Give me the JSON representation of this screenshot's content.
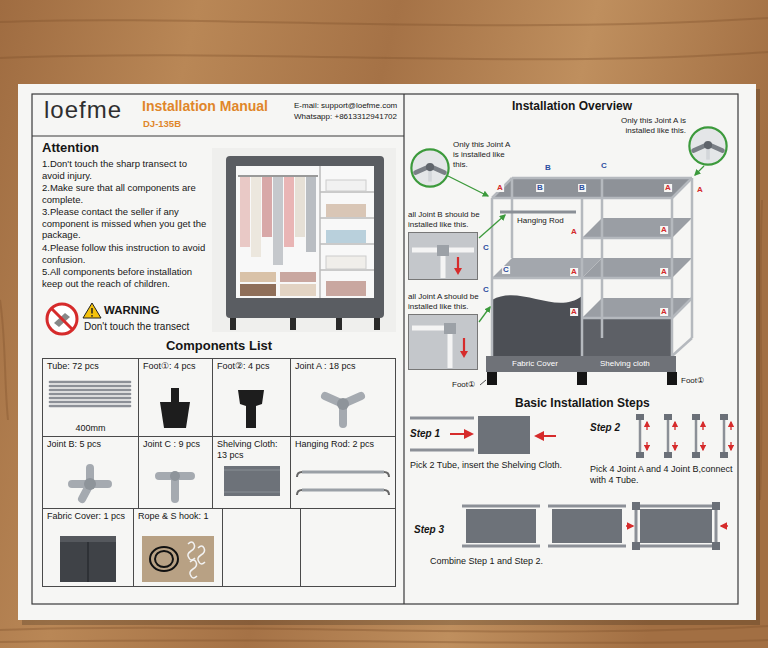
{
  "diagram": {
    "title": "Installation Manual",
    "nodes": [
      {
        "text": [
          "Components List"
        ]
      },
      {
        "text": [
          "Tube: 72 pcs",
          "400mm"
        ],
        "in": 0
      },
      {
        "text": [
          "Foot①: 4 pcs"
        ],
        "in": 0
      },
      {
        "text": [
          "Foot②: 4 pcs"
        ],
        "in": 0
      },
      {
        "text": [
          "Joint A : 18 pcs"
        ],
        "in": 0
      },
      {
        "text": [
          "Joint B: 5 pcs"
        ],
        "in": 0
      },
      {
        "text": [
          "Joint C : 9 pcs"
        ],
        "in": 0
      },
      {
        "text": [
          "Shelving Cloth: 13 pcs"
        ],
        "in": 0
      },
      {
        "text": [
          "Hanging Rod: 2 pcs"
        ],
        "in": 0
      },
      {
        "text": [
          "Fabric Cover: 1 pcs"
        ],
        "in": 0
      },
      {
        "text": [
          "Rope & S hook: 1"
        ],
        "in": 0
      },
      {
        "text": [
          "Only this Joint A is installed like this."
        ]
      },
      {
        "text": [
          "Only this Joint A is installed like this."
        ]
      },
      {
        "text": [
          "all Joint B should be installed like this."
        ]
      },
      {
        "text": [
          "all Joint A should be installed like this."
        ]
      }
    ],
    "labels": [
      "loefme",
      "DJ-135B",
      "E-mail: support@loefme.com",
      "Whatsapp: +8613312941702",
      "Attention",
      "1.Don't touch the sharp transect to avoid injury.",
      "2.Make sure that all components are complete.",
      "3.Please contact the seller if any component is missed when you get the package.",
      "4.Please follow this instruction to avoid confusion.",
      "5.All components before installation keep out the reach of children.",
      "WARNING",
      "Don't touch the transect",
      "Installation Overview",
      "Hanging Rod",
      "Fabric Cover",
      "Shelving cloth",
      "Foot①",
      "Foot①",
      "A",
      "B",
      "C",
      "A",
      "B",
      "C",
      "A",
      "A",
      "C",
      "A",
      "A",
      "A",
      "A",
      "C",
      "B",
      "A",
      "Basic Installation Steps",
      "Step 1",
      "Pick 2 Tube, insert the Shelving Cloth.",
      "Step 2",
      "Pick 4 Joint A and 4 Joint B,connect with 4 Tube.",
      "Step 3",
      "Combine Step 1 and Step 2."
    ]
  }
}
